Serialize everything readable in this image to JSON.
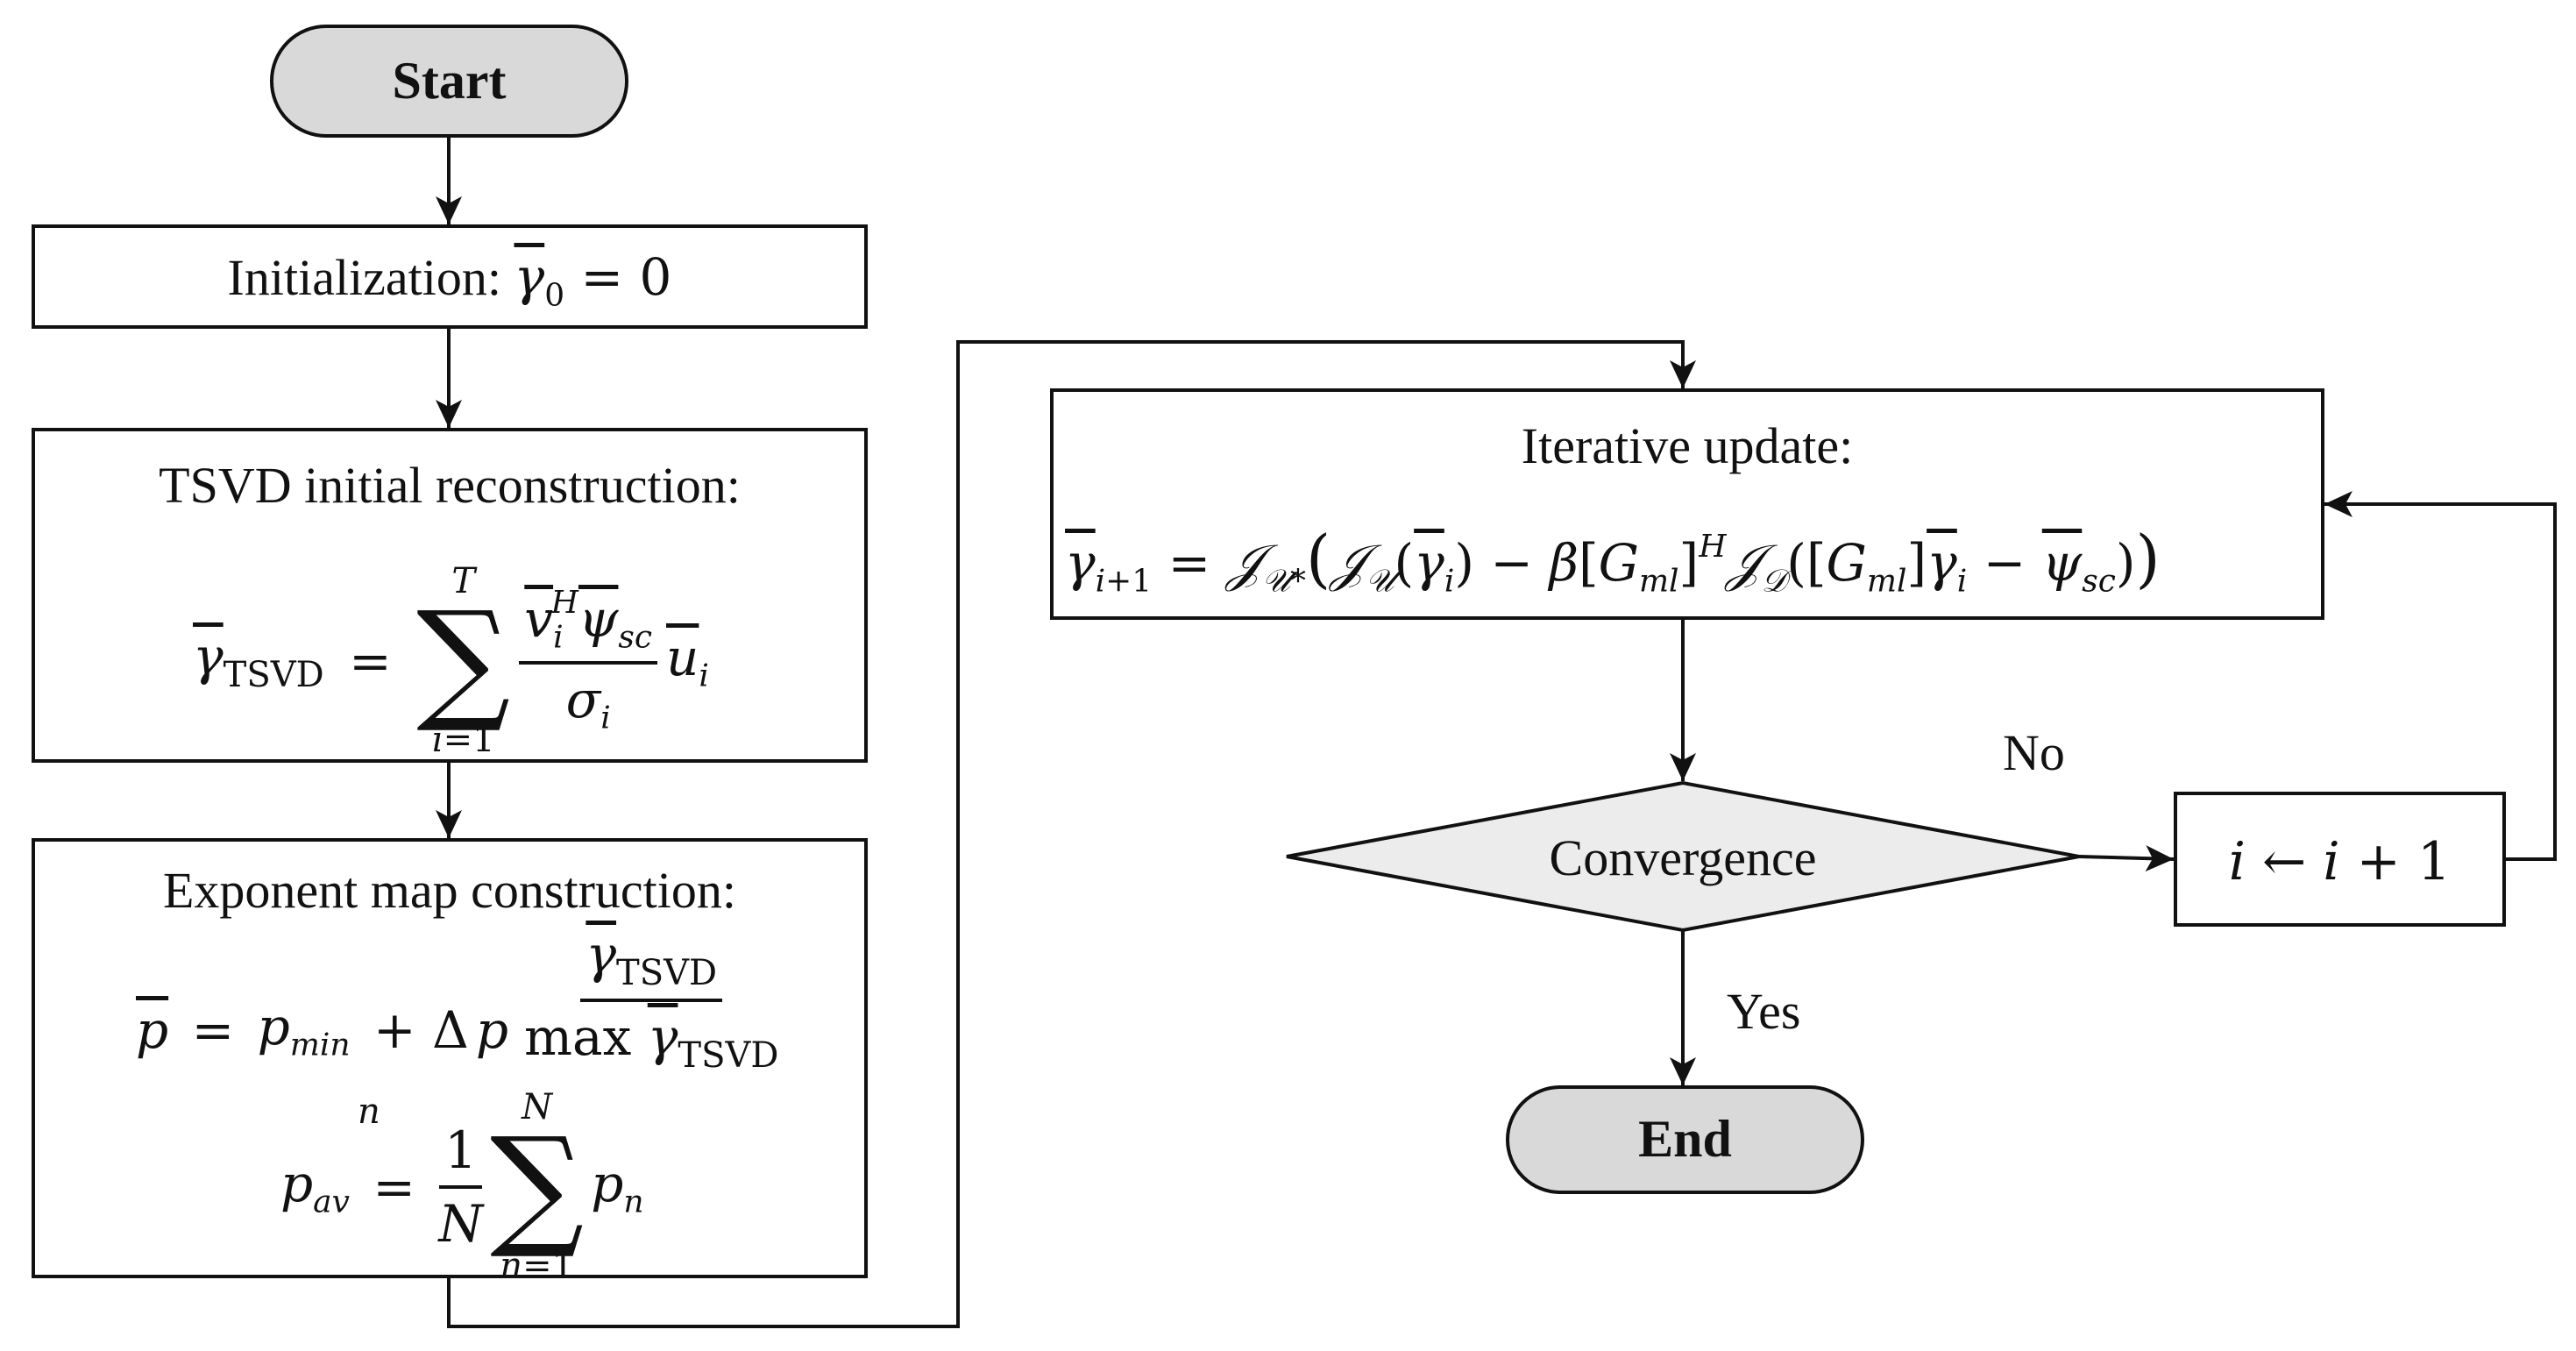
{
  "nodes": {
    "start": {
      "label": "Start"
    },
    "init": {
      "prefix": "Initialization: ",
      "formula": "γ̄₀ = 0"
    },
    "tsvd": {
      "title": "TSVD initial reconstruction:",
      "formula": "γ̄_TSVD = Σ_{i=1}^{T} (v̄_i^H ψ̄_sc / σ_i) ū_i"
    },
    "exponent": {
      "title": "Exponent map construction:",
      "formula_p": "p̄ = p_min + Δp γ̄_TSVD / max_n γ̄_TSVD",
      "formula_pav": "p_av = (1/N) Σ_{n=1}^{N} p_n"
    },
    "update": {
      "title": "Iterative update:",
      "formula": "γ̄_{i+1} = 𝒥_{𝒰*}(𝒥_𝒰(γ̄_i) − β[G_ml]^H 𝒥_𝒟([G_ml]γ̄_i − ψ̄_sc))"
    },
    "convergence": {
      "label": "Convergence"
    },
    "increment": {
      "formula": "i ← i + 1"
    },
    "end": {
      "label": "End"
    }
  },
  "edges": {
    "no_label": "No",
    "yes_label": "Yes"
  },
  "colors": {
    "stroke": "#111111",
    "terminal_fill": "#d9d9d9",
    "decision_fill": "#ececec",
    "box_fill": "#ffffff"
  }
}
